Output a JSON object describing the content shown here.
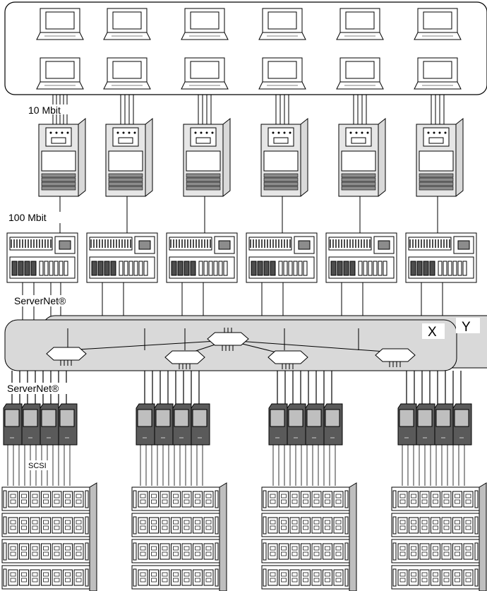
{
  "labels": {
    "lan_speed": "10 Mbit",
    "link_speed": "100 Mbit",
    "servernet_top": "ServerNet®",
    "servernet_bottom": "ServerNet®",
    "scsi": "SCSI",
    "fabric_x": "X",
    "fabric_y": "Y"
  },
  "components": {
    "workstation_columns": 6,
    "workstations_per_column": 2,
    "towers": 6,
    "processors": 6,
    "fabric_routers": 5,
    "disk_controller_groups": 4,
    "disk_cabinets": 4
  }
}
